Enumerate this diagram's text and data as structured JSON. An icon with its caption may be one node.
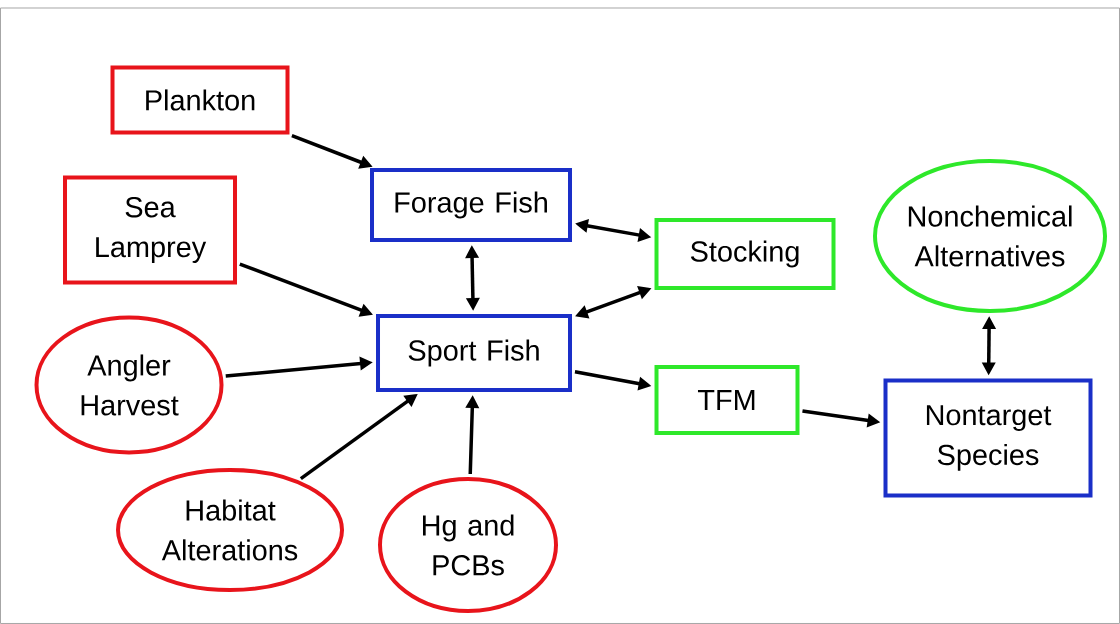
{
  "diagram": {
    "nodes": [
      {
        "text": [
          "Plankton"
        ]
      },
      {
        "text": [
          "Sea Lamprey"
        ]
      },
      {
        "text": [
          "Angler Harvest"
        ]
      },
      {
        "text": [
          "Habitat Alterations"
        ]
      },
      {
        "text": [
          "Hg and PCBs"
        ]
      },
      {
        "text": [
          "Forage Fish"
        ]
      },
      {
        "text": [
          "Sport Fish"
        ]
      },
      {
        "text": [
          "Stocking"
        ]
      },
      {
        "text": [
          "TFM"
        ]
      },
      {
        "text": [
          "Nonchemical Alternatives"
        ]
      },
      {
        "text": [
          "Nontarget Species"
        ]
      }
    ],
    "edges": [
      {
        "from": 0,
        "to": 5,
        "arrow": "to"
      },
      {
        "from": 1,
        "to": 6,
        "arrow": "to"
      },
      {
        "from": 2,
        "to": 6,
        "arrow": "to"
      },
      {
        "from": 3,
        "to": 6,
        "arrow": "to"
      },
      {
        "from": 4,
        "to": 6,
        "arrow": "to"
      },
      {
        "from": 5,
        "to": 6,
        "arrow": "both"
      },
      {
        "from": 5,
        "to": 7,
        "arrow": "both"
      },
      {
        "from": 7,
        "to": 6,
        "arrow": "both"
      },
      {
        "from": 6,
        "to": 8,
        "arrow": "to"
      },
      {
        "from": 8,
        "to": 10,
        "arrow": "to"
      },
      {
        "from": 9,
        "to": 10,
        "arrow": "both"
      }
    ]
  }
}
